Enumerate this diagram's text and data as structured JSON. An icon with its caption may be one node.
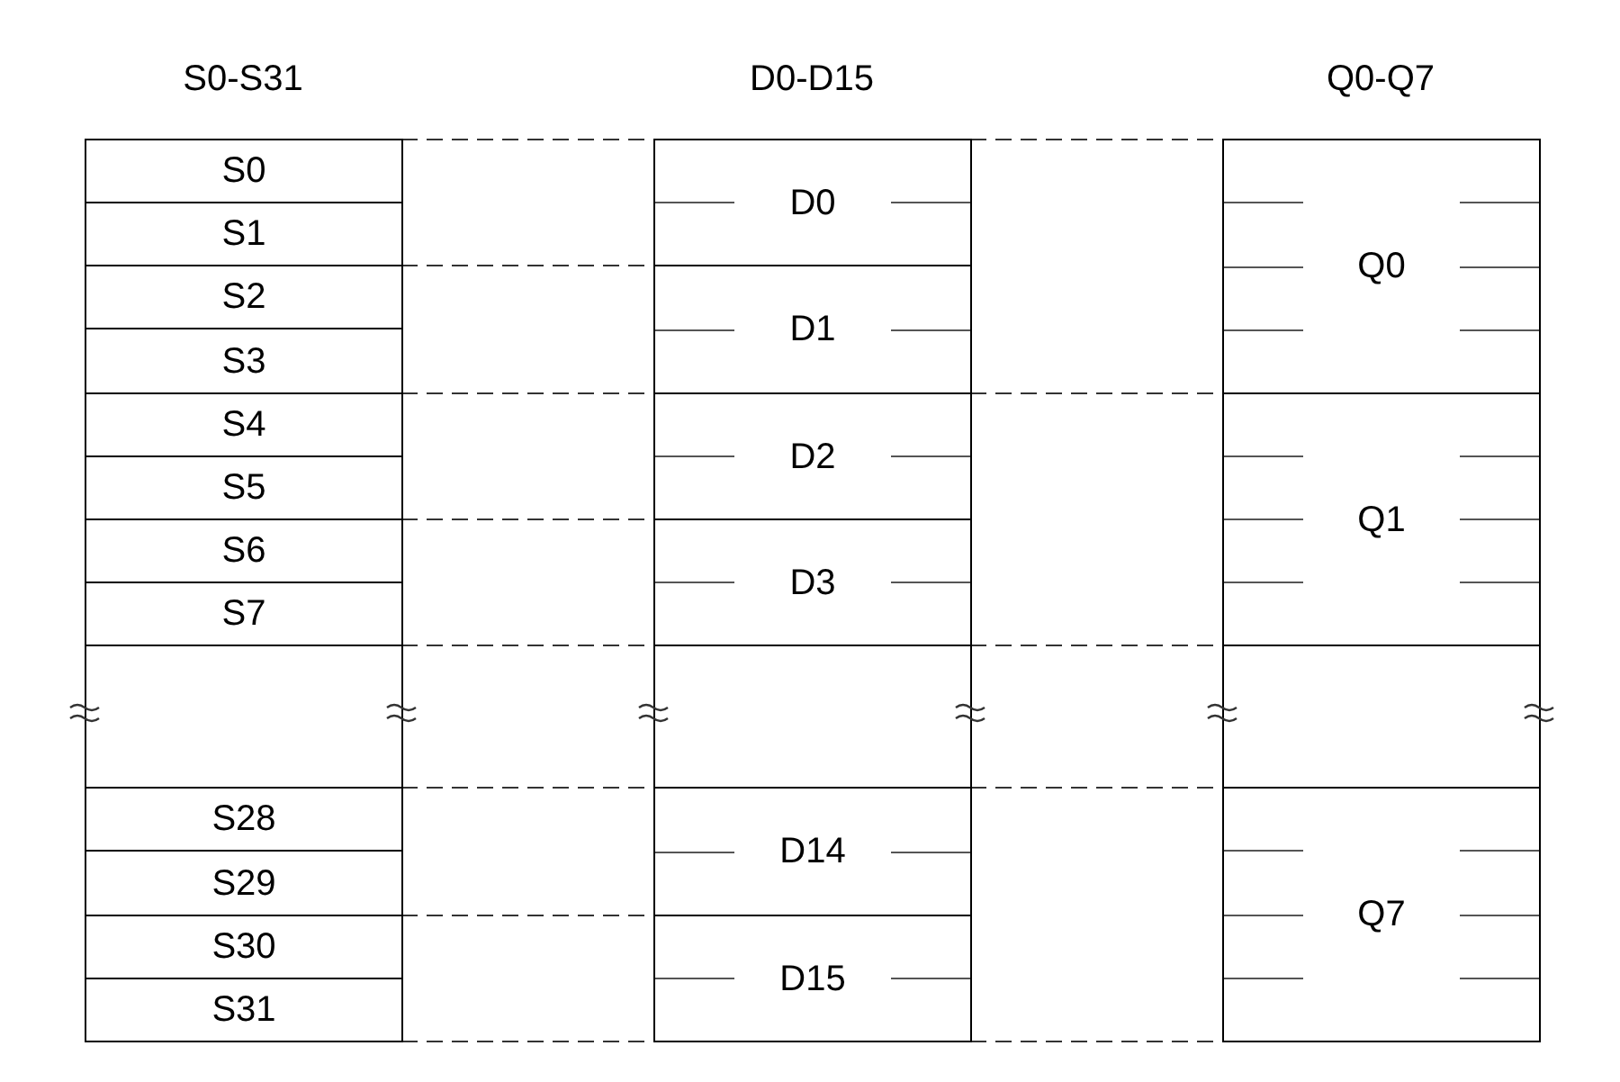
{
  "diagram": {
    "nodes": [
      {
        "text": [
          "S0"
        ]
      },
      {
        "text": [
          "S1"
        ]
      },
      {
        "text": [
          "S2"
        ]
      },
      {
        "text": [
          "S3"
        ]
      },
      {
        "text": [
          "S4"
        ]
      },
      {
        "text": [
          "S5"
        ]
      },
      {
        "text": [
          "S6"
        ]
      },
      {
        "text": [
          "S7"
        ]
      },
      {
        "text": [],
        "shape": "box"
      },
      {
        "text": [
          "S28"
        ]
      },
      {
        "text": [
          "S29"
        ]
      },
      {
        "text": [
          "S30"
        ]
      },
      {
        "text": [
          "S31"
        ]
      },
      {
        "text": [
          "D0"
        ]
      },
      {
        "text": [
          "D1"
        ]
      },
      {
        "text": [
          "D2"
        ]
      },
      {
        "text": [
          "D3"
        ]
      },
      {
        "text": [],
        "shape": "box"
      },
      {
        "text": [
          "D14"
        ]
      },
      {
        "text": [
          "D15"
        ]
      },
      {
        "text": [
          "Q0"
        ]
      },
      {
        "text": [
          "Q1"
        ]
      },
      {
        "text": [],
        "shape": "box"
      },
      {
        "text": [
          "Q7"
        ]
      }
    ],
    "edges": [
      {
        "from": 0,
        "to": 13,
        "arrow": "none",
        "style": "dashed"
      },
      {
        "from": 1,
        "to": 13,
        "arrow": "none",
        "style": "dashed"
      },
      {
        "from": 4,
        "to": 15,
        "arrow": "none",
        "style": "dashed"
      },
      {
        "from": 5,
        "to": 15,
        "arrow": "none",
        "style": "dashed"
      },
      {
        "from": 7,
        "to": 16,
        "arrow": "none",
        "style": "dashed"
      },
      {
        "from": 9,
        "to": 18,
        "arrow": "none",
        "style": "dashed"
      },
      {
        "from": 11,
        "to": 19,
        "arrow": "none",
        "style": "dashed"
      },
      {
        "from": 12,
        "to": 19,
        "arrow": "none",
        "style": "dashed"
      },
      {
        "from": 13,
        "to": 20,
        "arrow": "none",
        "style": "dashed"
      },
      {
        "from": 15,
        "to": 21,
        "arrow": "none",
        "style": "dashed"
      },
      {
        "from": 16,
        "to": 21,
        "arrow": "none",
        "style": "dashed"
      },
      {
        "from": 18,
        "to": 23,
        "arrow": "none",
        "style": "dashed"
      },
      {
        "from": 19,
        "to": 23,
        "arrow": "none",
        "style": "dashed"
      }
    ],
    "labels": [
      "S0-S31",
      "D0-D15",
      "Q0-Q7"
    ]
  }
}
